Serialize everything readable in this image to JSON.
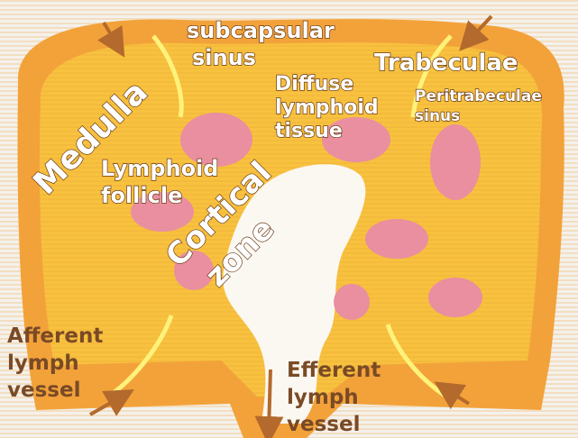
{
  "labels": {
    "subcapsular_sinus": [
      "subcapsular",
      "sinus"
    ],
    "medulla": "Medulla",
    "diffuse_lymphoid_tissue": [
      "Diffuse",
      "lymphoid",
      "tissue"
    ],
    "trabeculae": "Trabeculae",
    "peritrabecular_sinus": [
      "Peritrabeculae",
      "sinus"
    ],
    "lymphoid_follicle": [
      "Lymphoid",
      "follicle"
    ],
    "cortical_zone": [
      "Cortical",
      "zone"
    ],
    "afferent_lymph_vessel": [
      "Afferent",
      "lymph",
      "vessel"
    ],
    "efferent_lymph_vessel": [
      "Efferent",
      "lymph",
      "vessel"
    ]
  },
  "colors": {
    "capsule": "#f3a23a",
    "cortex": "#f7c23e",
    "medulla_white": "#fbf8f2",
    "follicle": "#e98fa0",
    "sinus_line": "#fff27a",
    "arrow": "#b36a2c"
  }
}
